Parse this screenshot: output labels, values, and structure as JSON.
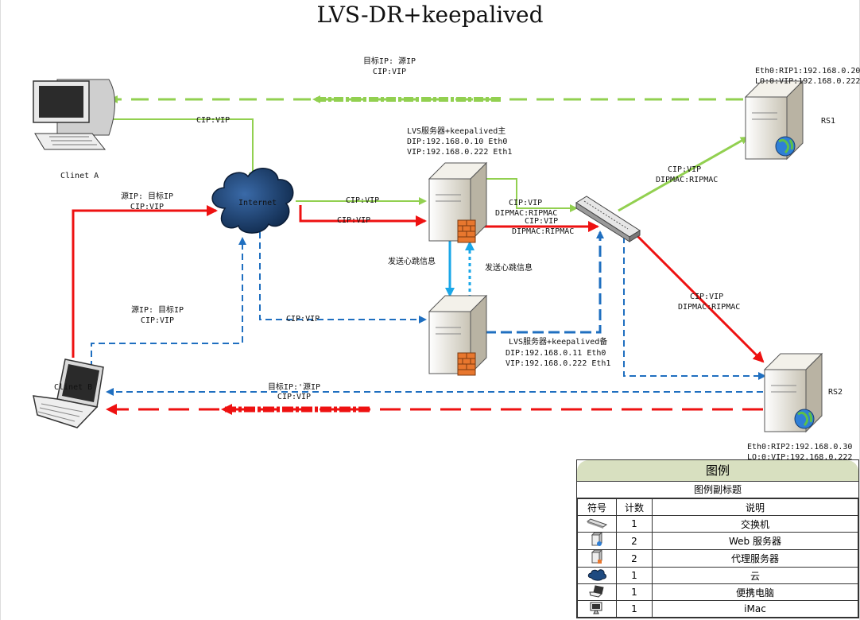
{
  "title": "LVS-DR+keepalived",
  "nodes": {
    "client_a": "Clinet A",
    "client_b": "Clinet B",
    "internet": "Internet",
    "rs1": "RS1",
    "rs2": "RS2"
  },
  "labels": {
    "rs1_info_1": "Eth0:RIP1:192.168.0.20",
    "rs1_info_2": "LO:0:VIP:192.168.0.222",
    "rs2_info_1": "Eth0:RIP2:192.168.0.30",
    "rs2_info_2": "LO:0:VIP:192.168.0.222",
    "lvs_main_1": "LVS服务器+keepalived主",
    "lvs_main_2": "DIP:192.168.0.10   Eth0",
    "lvs_main_3": "VIP:192.168.0.222  Eth1",
    "lvs_backup_1": "LVS服务器+keepalived备",
    "lvs_backup_2": "DIP:192.168.0.11   Eth0",
    "lvs_backup_3": "VIP:192.168.0.222  Eth1",
    "top_return_1": "目标IP: 源IP",
    "top_return_2": "CIP:VIP",
    "cip_vip": "CIP:VIP",
    "client_b_req_1": "源IP: 目标IP",
    "client_b_req_2": "CIP:VIP",
    "client_b_blue_1": "源IP: 目标IP",
    "client_b_blue_2": "CIP:VIP",
    "internet_lvs_green": "CIP:VIP",
    "internet_lvs_red": "CIP:VIP",
    "blue_to_backup": "CIP:VIP",
    "switch_green_1": "CIP:VIP",
    "switch_green_2": "DIPMAC:RIPMAC",
    "switch_red_1": "CIP:VIP",
    "switch_red_2": "DIPMAC:RIPMAC",
    "to_rs1_1": "CIP:VIP",
    "to_rs1_2": "DIPMAC:RIPMAC",
    "to_rs2_1": "CIP:VIP",
    "to_rs2_2": "DIPMAC:RIPMAC",
    "heartbeat_1": "发送心跳信息",
    "heartbeat_2": "发送心跳信息",
    "bottom_return_1": "目标IP:'源IP",
    "bottom_return_2": "CIP:VIP"
  },
  "legend": {
    "title": "图例",
    "subtitle": "图例副标题",
    "col_symbol": "符号",
    "col_count": "计数",
    "col_desc": "说明",
    "rows": [
      {
        "icon": "switch-icon",
        "count": "1",
        "desc": "交换机"
      },
      {
        "icon": "web-server-icon",
        "count": "2",
        "desc": "Web 服务器"
      },
      {
        "icon": "proxy-server-icon",
        "count": "2",
        "desc": "代理服务器"
      },
      {
        "icon": "cloud-icon",
        "count": "1",
        "desc": "云"
      },
      {
        "icon": "laptop-icon",
        "count": "1",
        "desc": "便携电脑"
      },
      {
        "icon": "imac-icon",
        "count": "1",
        "desc": "iMac"
      }
    ]
  },
  "colors": {
    "green": "#92d050",
    "red": "#ee1111",
    "blue": "#1f6fc0",
    "cyan": "#1aa7e8"
  }
}
